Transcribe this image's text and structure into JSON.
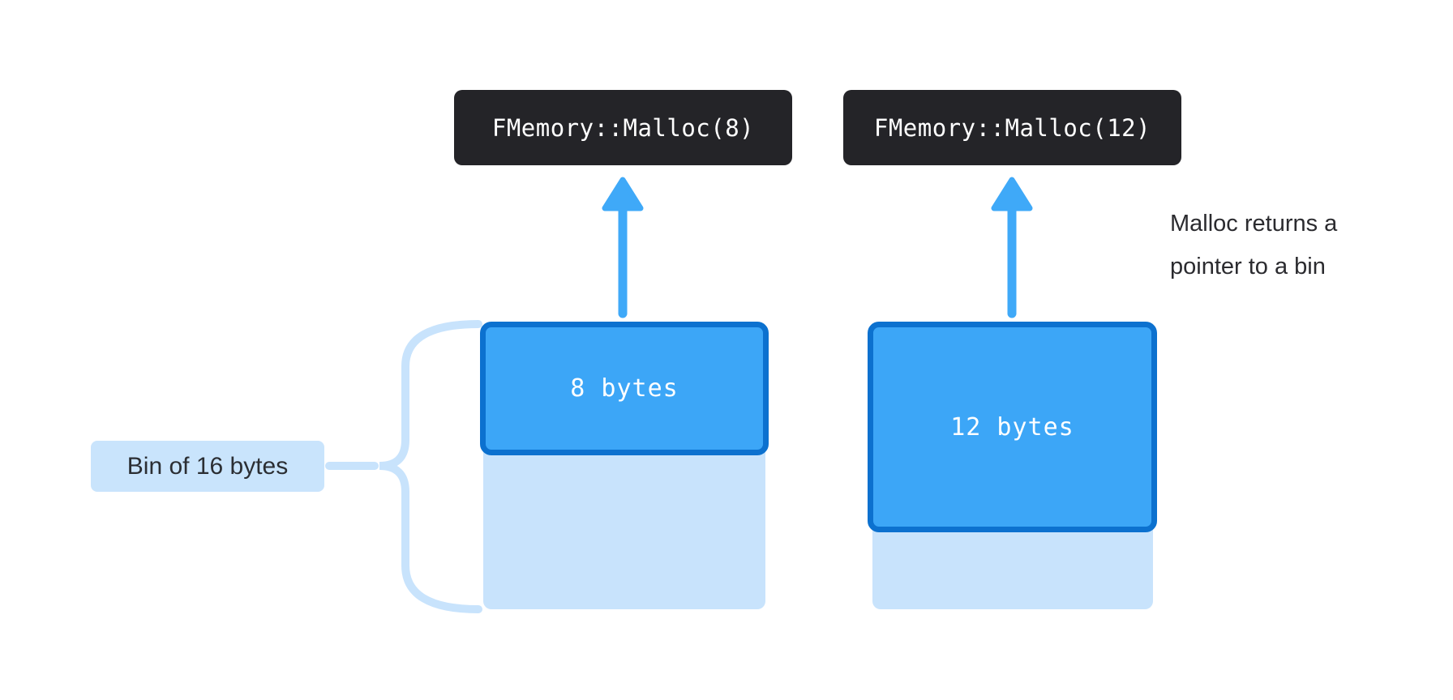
{
  "diagram": {
    "malloc_calls": [
      {
        "code": "FMemory::Malloc(8)"
      },
      {
        "code": "FMemory::Malloc(12)"
      }
    ],
    "bins": [
      {
        "allocated_label": "8 bytes"
      },
      {
        "allocated_label": "12 bytes"
      }
    ],
    "bin_size_label": "Bin of 16 bytes",
    "annotation": {
      "line1": "Malloc returns a",
      "line2": "pointer to a bin"
    },
    "icons": [
      {
        "name": "arrow-up-icon"
      },
      {
        "name": "arrow-up-icon"
      },
      {
        "name": "brace-left-icon"
      }
    ],
    "colors": {
      "code_box_background": "#242428",
      "arrow_blue": "#3FA9F8",
      "allocated_fill": "#3CA6F7",
      "allocated_border": "#0C71CF",
      "bin_light_blue": "#C8E3FC",
      "label_background": "#C9E4FC",
      "text_dark": "#2B2E33",
      "text_white": "#FFFFFF",
      "background": "#FFFFFF"
    }
  }
}
